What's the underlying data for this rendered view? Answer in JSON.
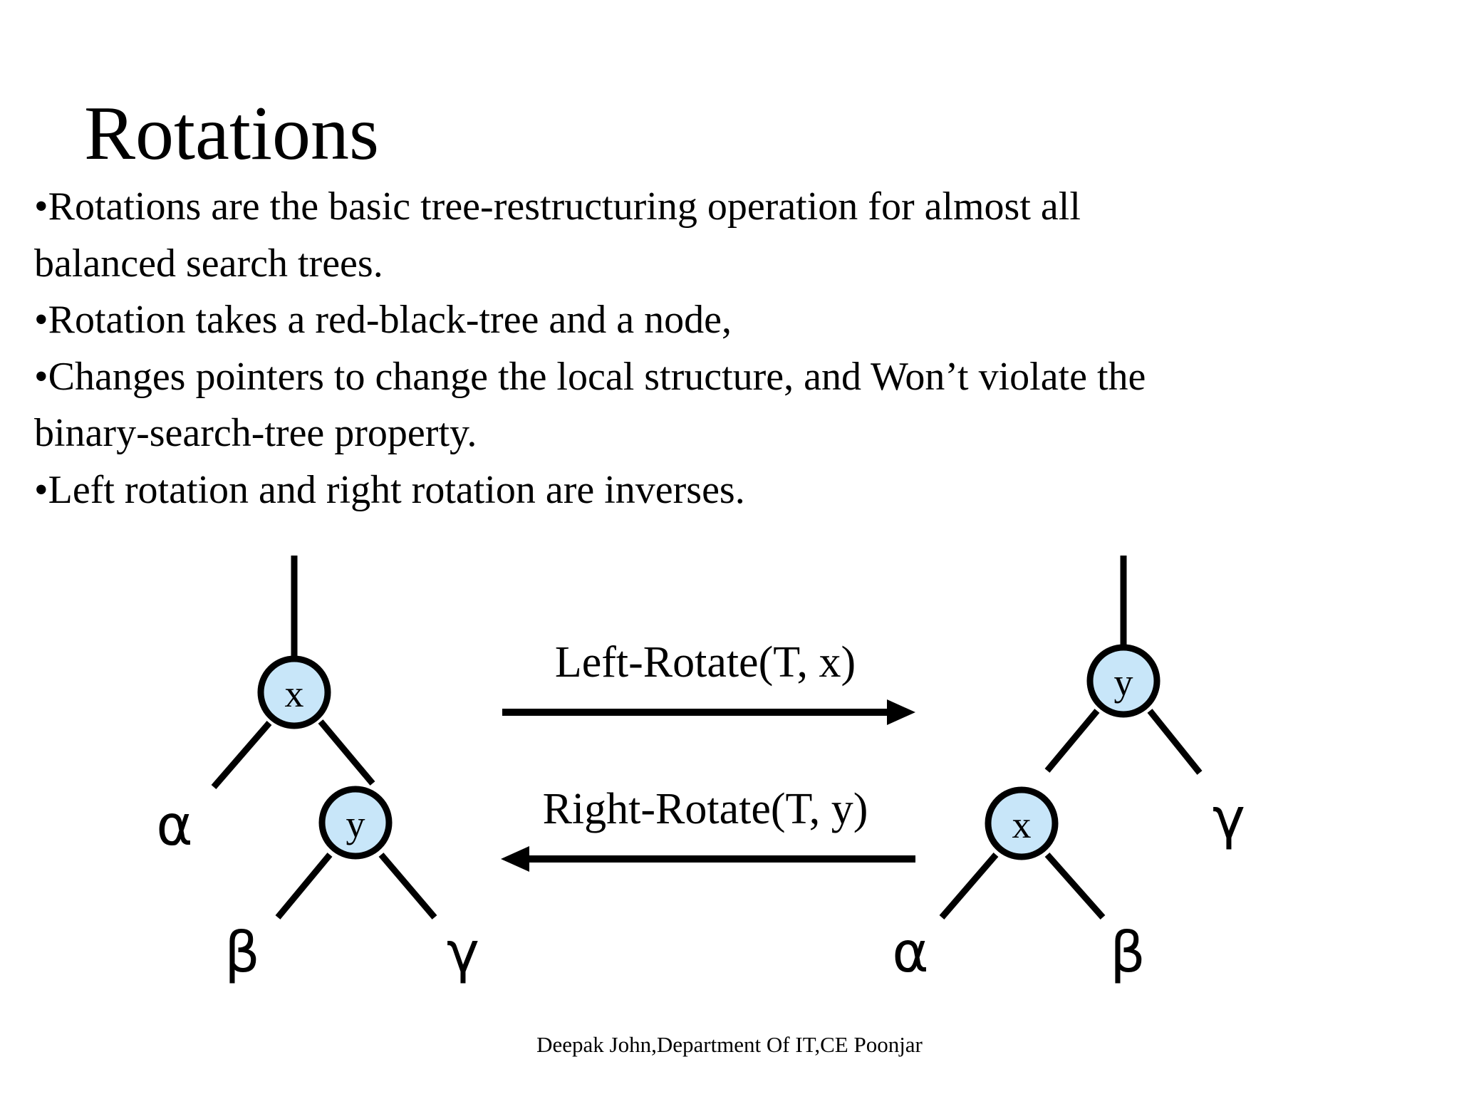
{
  "slide": {
    "title": "Rotations",
    "background_color": "#ffffff",
    "text_color": "#000000"
  },
  "bullets": [
    {
      "marker": "•",
      "lines": [
        "Rotations are the basic tree-restructuring operation for almost all",
        "balanced search trees."
      ],
      "text": "Rotations are the basic tree-restructuring operation for almost all balanced search trees."
    },
    {
      "marker": "•",
      "lines": [
        "Rotation takes a red-black-tree and a node,"
      ],
      "text": "Rotation takes a red-black-tree and a node,"
    },
    {
      "marker": "•",
      "lines": [
        "Changes pointers to change the local structure, and Won’t violate the",
        "binary-search-tree property."
      ],
      "text": "Changes pointers to change the local structure, and Won’t violate the binary-search-tree property."
    },
    {
      "marker": "•",
      "lines": [
        "Left rotation and right rotation are inverses."
      ],
      "text": "Left rotation and right rotation are inverses."
    }
  ],
  "diagram": {
    "node_fill_color": "#c8e6f9",
    "node_stroke_color": "#000000",
    "left_tree": {
      "root_label": "x",
      "child_label": "y",
      "leaf_labels": {
        "left_of_root": "α",
        "left_of_child": "β",
        "right_of_child": "γ"
      }
    },
    "right_tree": {
      "root_label": "y",
      "child_label": "x",
      "leaf_labels": {
        "right_of_root": "γ",
        "left_of_child": "α",
        "right_of_child": "β"
      }
    },
    "arrows": [
      {
        "label": "Left-Rotate(T, x)",
        "direction": "right"
      },
      {
        "label": "Right-Rotate(T, y)",
        "direction": "left"
      }
    ]
  },
  "footer": {
    "text": "Deepak John,Department Of IT,CE Poonjar"
  }
}
